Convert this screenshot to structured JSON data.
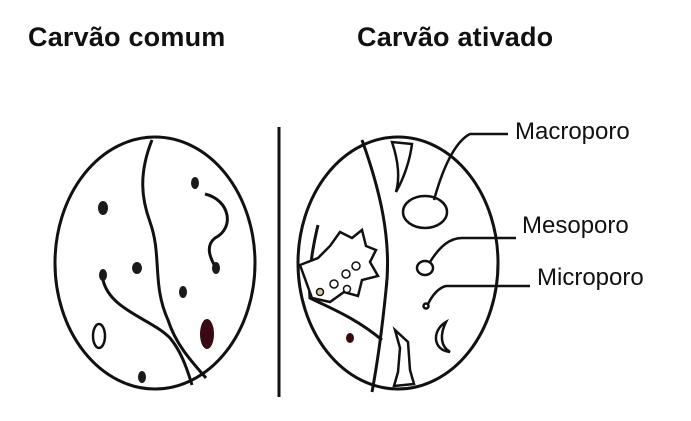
{
  "titles": {
    "left": "Carvão comum",
    "right": "Carvão ativado"
  },
  "labels": {
    "macro": "Macroporo",
    "meso": "Mesoporo",
    "micro": "Microporo"
  },
  "colors": {
    "stroke": "#111111",
    "pore_fill": "#1a1a1a",
    "dark_red": "#3a0a12",
    "accent": "#d8c9a0"
  }
}
